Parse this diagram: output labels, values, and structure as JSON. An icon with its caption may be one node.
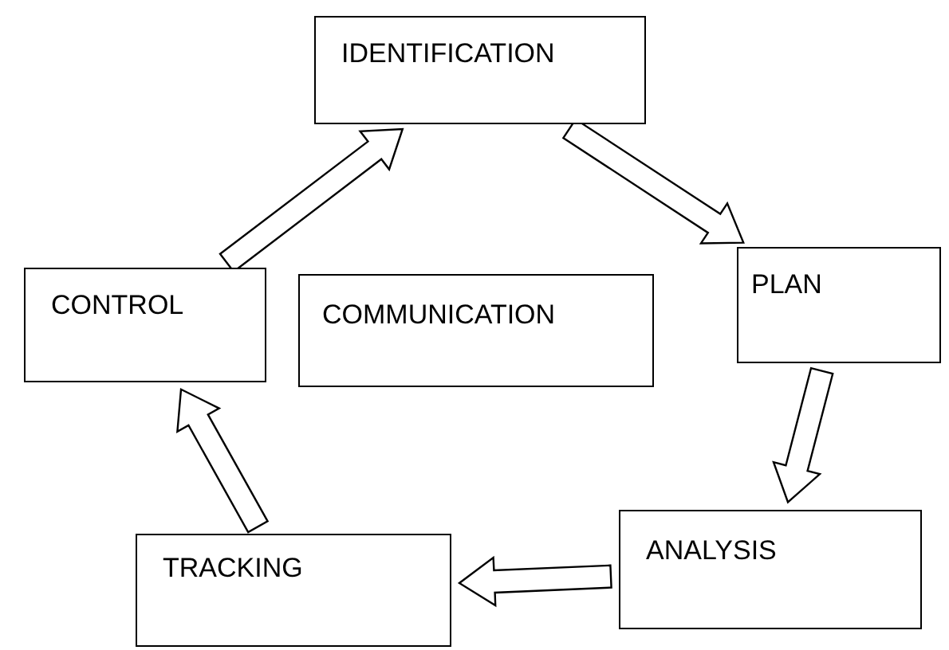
{
  "diagram": {
    "nodes": [
      {
        "text": [
          "IDENTIFICATION"
        ]
      },
      {
        "text": [
          "PLAN"
        ]
      },
      {
        "text": [
          "CONTROL"
        ]
      },
      {
        "text": [
          "COMMUNICATION"
        ]
      },
      {
        "text": [
          "ANALYSIS"
        ]
      },
      {
        "text": [
          "TRACKING"
        ]
      }
    ],
    "edges": [
      {
        "from": 0,
        "to": 1,
        "arrow": "to"
      },
      {
        "from": 1,
        "to": 4,
        "arrow": "to"
      },
      {
        "from": 4,
        "to": 5,
        "arrow": "to"
      },
      {
        "from": 5,
        "to": 2,
        "arrow": "to"
      },
      {
        "from": 2,
        "to": 0,
        "arrow": "to"
      }
    ]
  }
}
